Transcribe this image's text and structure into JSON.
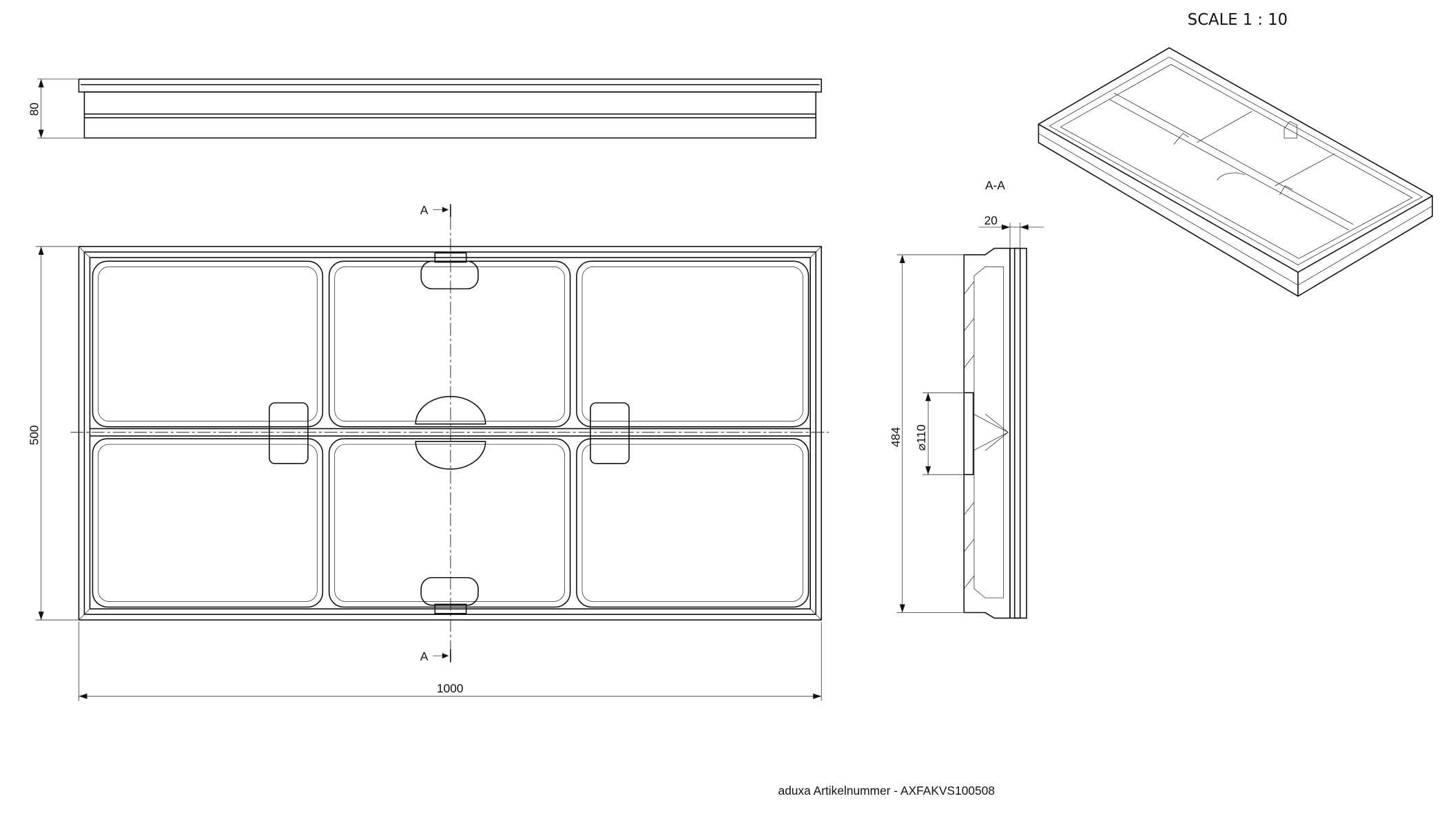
{
  "title": "SCALE 1 : 10",
  "footer": "aduxa Artikelnummer - AXFAKVS100508",
  "dimensions": {
    "height": "80",
    "depth": "500",
    "width": "1000",
    "inner_height": "484",
    "drain_diameter": "⌀110",
    "rim": "20"
  },
  "section": {
    "label": "A-A",
    "marker_top": "A",
    "marker_bottom": "A"
  }
}
